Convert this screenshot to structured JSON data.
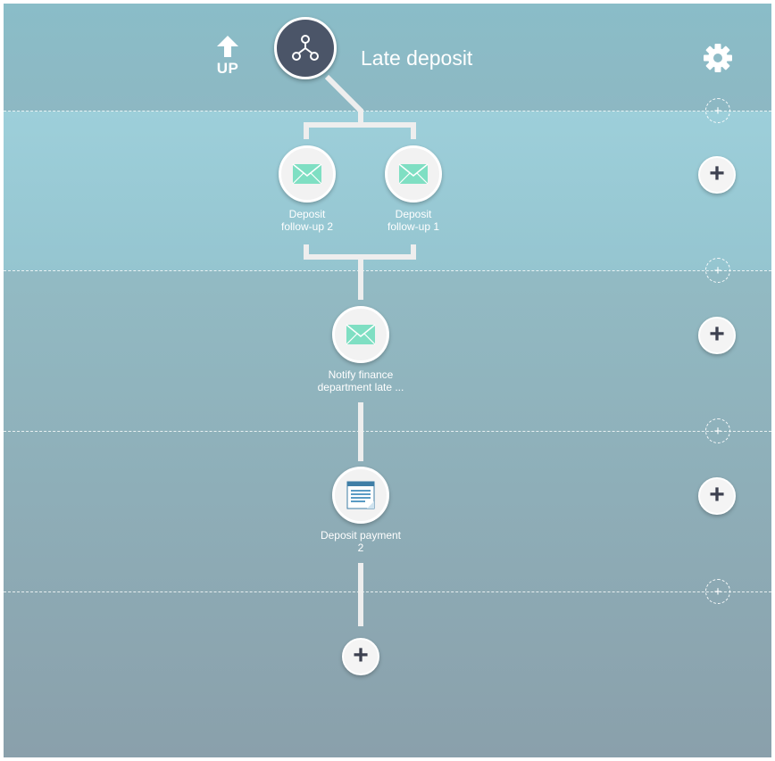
{
  "header": {
    "up_label": "UP",
    "title": "Late deposit",
    "root_icon": "hierarchy-icon",
    "settings_icon": "gear-icon"
  },
  "nodes": [
    {
      "label_line1": "Deposit",
      "label_line2": "follow-up 2",
      "icon": "email-icon"
    },
    {
      "label_line1": "Deposit",
      "label_line2": "follow-up 1",
      "icon": "email-icon"
    },
    {
      "label_line1": "Notify finance",
      "label_line2": "department late ...",
      "icon": "email-icon"
    },
    {
      "label_line1": "Deposit payment",
      "label_line2": "2",
      "icon": "form-icon"
    }
  ],
  "controls": {
    "add_symbol": "+",
    "insert_symbol": "+"
  },
  "colors": {
    "root_fill": "#4b5568",
    "email_icon": "#7fdfc3",
    "add_icon": "#3d4150",
    "form_icon": "#3f7ea6"
  }
}
